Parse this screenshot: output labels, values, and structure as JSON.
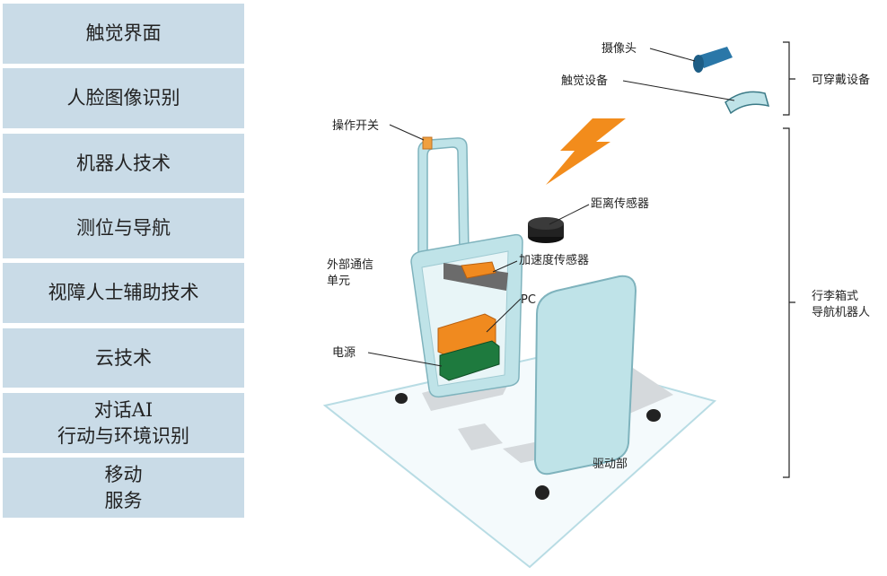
{
  "tech_list": [
    {
      "lines": [
        "触觉界面"
      ]
    },
    {
      "lines": [
        "人脸图像识别"
      ]
    },
    {
      "lines": [
        "机器人技术"
      ]
    },
    {
      "lines": [
        "测位与导航"
      ]
    },
    {
      "lines": [
        "视障人士辅助技术"
      ]
    },
    {
      "lines": [
        "云技术"
      ]
    },
    {
      "lines": [
        "对话AI",
        "行动与环境识别"
      ]
    },
    {
      "lines": [
        "移动",
        "服务"
      ]
    }
  ],
  "labels": {
    "camera": "摄像头",
    "haptic_device": "触觉设备",
    "wearable": "可穿戴设备",
    "switch": "操作开关",
    "distance_sensor": "距离传感器",
    "comm_unit_line1": "外部通信",
    "comm_unit_line2": "单元",
    "accel_sensor": "加速度传感器",
    "pc": "PC",
    "power": "电源",
    "drive": "驱动部",
    "robot_line1": "行李箱式",
    "robot_line2": "导航机器人"
  },
  "colors": {
    "panel_bg": "#c9dbe7",
    "suitcase": "#bfe3e8",
    "suitcase_stroke": "#7fb3bd",
    "pc_orange": "#f08a1f",
    "power_green": "#1e7a3e",
    "camera_blue": "#2a77a8",
    "lightning": "#f28c1c"
  }
}
